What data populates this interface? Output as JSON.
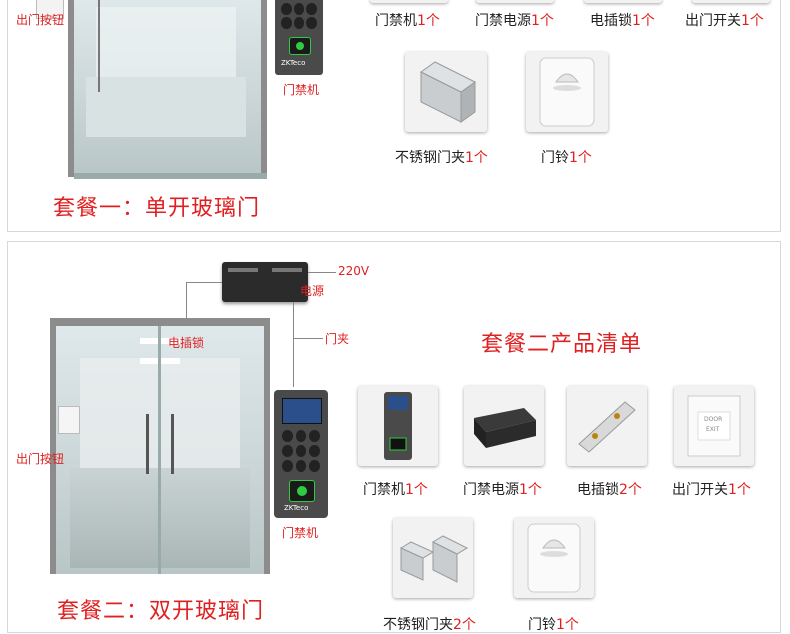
{
  "colors": {
    "accent": "#e02020",
    "panel_border": "#d8d8d8"
  },
  "set1": {
    "title": "套餐一：单开玻璃门",
    "door_labels": {
      "exit_button": "出门按钮",
      "access_machine": "门禁机"
    },
    "items_row1": [
      {
        "name": "门禁机",
        "qty": "1个",
        "icon": "access-control-terminal-icon"
      },
      {
        "name": "门禁电源",
        "qty": "1个",
        "icon": "power-supply-icon"
      },
      {
        "name": "电插锁",
        "qty": "1个",
        "icon": "electric-bolt-lock-icon"
      },
      {
        "name": "出门开关",
        "qty": "1个",
        "icon": "exit-switch-icon"
      }
    ],
    "items_row2": [
      {
        "name": "不锈钢门夹",
        "qty": "1个",
        "icon": "steel-door-clamp-icon"
      },
      {
        "name": "门铃",
        "qty": "1个",
        "icon": "doorbell-icon"
      }
    ]
  },
  "set2": {
    "title": "套餐二：双开玻璃门",
    "list_heading": "套餐二产品清单",
    "door_labels": {
      "voltage": "220V",
      "power": "电源",
      "bolt_lock": "电插锁",
      "door_clamp": "门夹",
      "exit_button": "出门按钮",
      "access_machine": "门禁机"
    },
    "items_row1": [
      {
        "name": "门禁机",
        "qty": "1个",
        "icon": "access-control-terminal-icon"
      },
      {
        "name": "门禁电源",
        "qty": "1个",
        "icon": "power-supply-icon"
      },
      {
        "name": "电插锁",
        "qty": "2个",
        "icon": "electric-bolt-lock-icon"
      },
      {
        "name": "出门开关",
        "qty": "1个",
        "icon": "exit-switch-icon"
      }
    ],
    "items_row2": [
      {
        "name": "不锈钢门夹",
        "qty": "2个",
        "icon": "steel-door-clamp-icon"
      },
      {
        "name": "门铃",
        "qty": "1个",
        "icon": "doorbell-icon"
      }
    ],
    "device_text": {
      "brand": "ZKTeco",
      "exit_plate_top": "DOOR",
      "exit_plate_bottom": "EXIT"
    }
  }
}
